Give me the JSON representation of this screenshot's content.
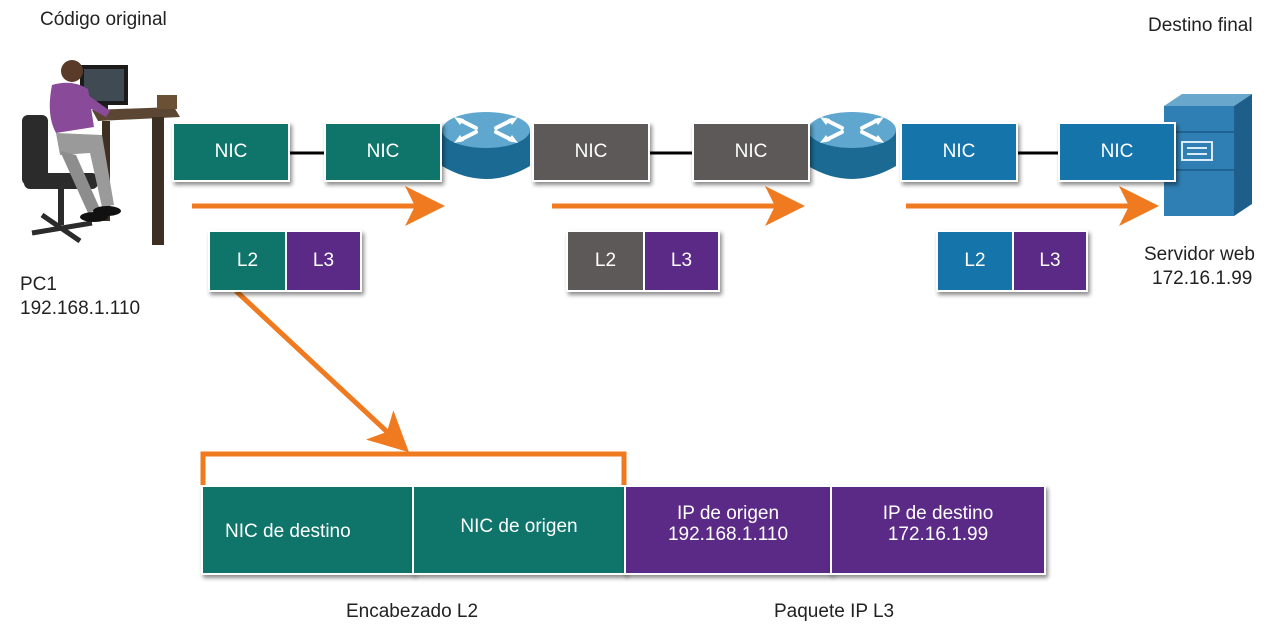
{
  "source_title": "Código original",
  "dest_title": "Destino final",
  "pc": {
    "name": "PC1",
    "ip": "192.168.1.110"
  },
  "server": {
    "name": "Servidor web",
    "ip": "172.16.1.99"
  },
  "nic_label": "NIC",
  "l2_label": "L2",
  "l3_label": "L3",
  "frame": {
    "dest_nic": "NIC de destino",
    "src_nic": "NIC de origen",
    "src_ip_title": "IP de origen",
    "src_ip": "192.168.1.110",
    "dst_ip_title": "IP de destino",
    "dst_ip": "172.16.1.99",
    "l2_caption": "Encabezado L2",
    "l3_caption": "Paquete IP L3"
  },
  "colors": {
    "segment1": "#0f756b",
    "segment2": "#5d5959",
    "segment3": "#1575ab",
    "layer3": "#5b2a86",
    "arrow": "#f07a20"
  },
  "icons": [
    "pc-user-icon",
    "router-icon",
    "server-icon"
  ]
}
